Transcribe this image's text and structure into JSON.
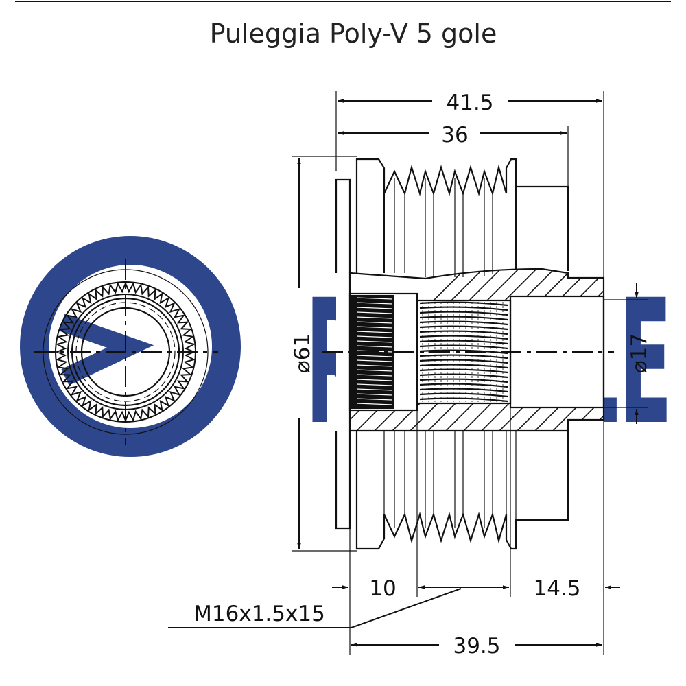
{
  "title": "Puleggia Poly-V 5 gole",
  "watermark": {
    "text": "RUVILLE",
    "color": "#233d86"
  },
  "colors": {
    "line": "#111111",
    "background": "#ffffff"
  },
  "dimensions": {
    "overall_length": "41.5",
    "pulley_length": "36",
    "outer_diameter": "61",
    "bore_diameter": "17",
    "front_length": "10",
    "rear_length": "14.5",
    "bottom_length": "39.5",
    "thread": "M16x1.5x15",
    "diameter_symbol": "⌀"
  },
  "grooves": 5
}
